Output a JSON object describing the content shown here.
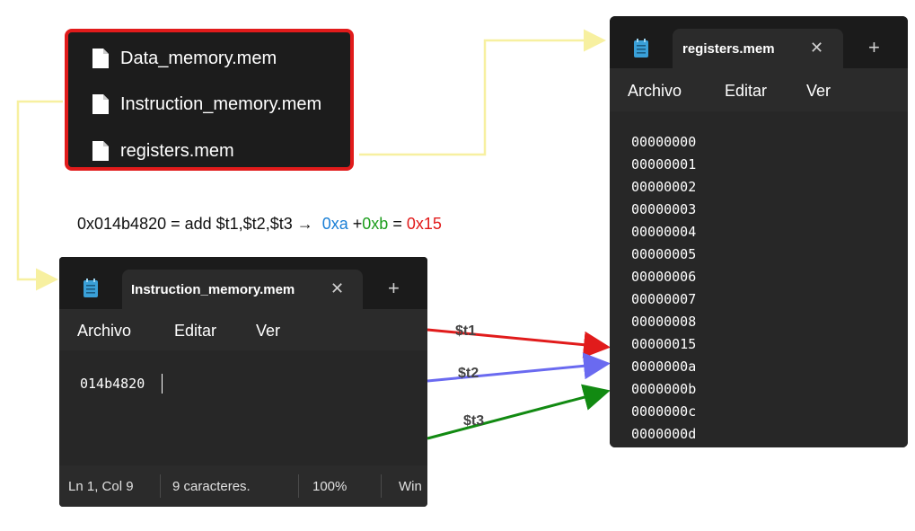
{
  "explorer": {
    "files": [
      "Data_memory.mem",
      "Instruction_memory.mem",
      "registers.mem"
    ]
  },
  "formula": {
    "prefix": "0x014b4820 = add $t1,$t2,$t3 ",
    "arrow": "→",
    "op1": "0xa",
    "plus": " +",
    "op2": "0xb",
    "equals": " = ",
    "result": "0x15",
    "colors": {
      "op1": "#1a7fd6",
      "op2": "#1e9e1e",
      "result": "#e11b1b"
    }
  },
  "instruction_window": {
    "tab_title": "Instruction_memory.mem",
    "close": "✕",
    "new_tab": "+",
    "menu": [
      "Archivo",
      "Editar",
      "Ver"
    ],
    "content": "014b4820",
    "status": {
      "position": "Ln 1, Col 9",
      "chars": "9 caracteres.",
      "zoom": "100%",
      "encoding": "Win"
    }
  },
  "registers_window": {
    "tab_title": "registers.mem",
    "close": "✕",
    "new_tab": "+",
    "menu": [
      "Archivo",
      "Editar",
      "Ver"
    ],
    "lines": [
      "00000000",
      "00000001",
      "00000002",
      "00000003",
      "00000004",
      "00000005",
      "00000006",
      "00000007",
      "00000008",
      "00000015",
      "0000000a",
      "0000000b",
      "0000000c",
      "0000000d"
    ]
  },
  "arrows": {
    "t1": {
      "label": "$t1",
      "color": "#e11b1b"
    },
    "t2": {
      "label": "$t2",
      "color": "#6a6af0"
    },
    "t3": {
      "label": "$t3",
      "color": "#128a12"
    },
    "connector_color": "#f7f0a0"
  }
}
